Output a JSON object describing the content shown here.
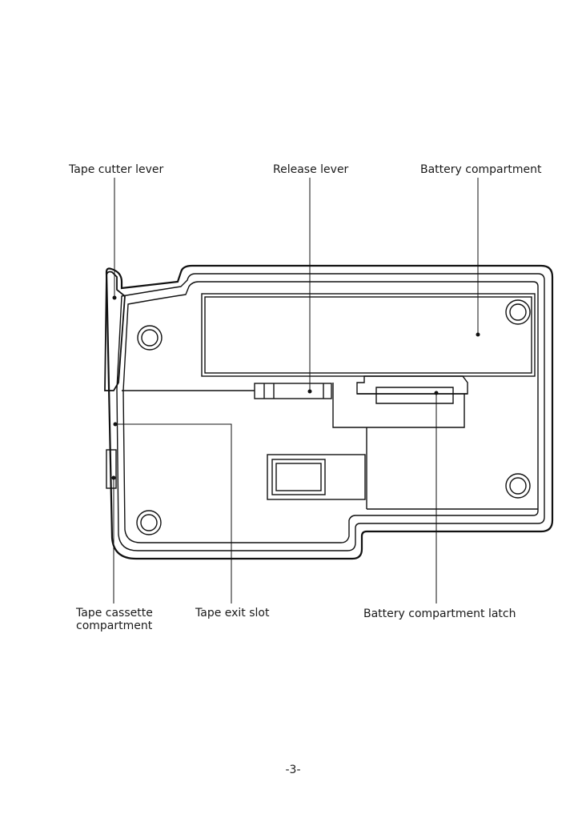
{
  "labels": {
    "tape_cutter_lever": "Tape cutter lever",
    "release_lever": "Release lever",
    "battery_compartment": "Battery compartment",
    "tape_cassette_compartment": "Tape cassette\ncompartment",
    "tape_exit_slot": "Tape exit slot",
    "battery_compartment_latch": "Battery compartment latch"
  },
  "page_number": "-3-"
}
